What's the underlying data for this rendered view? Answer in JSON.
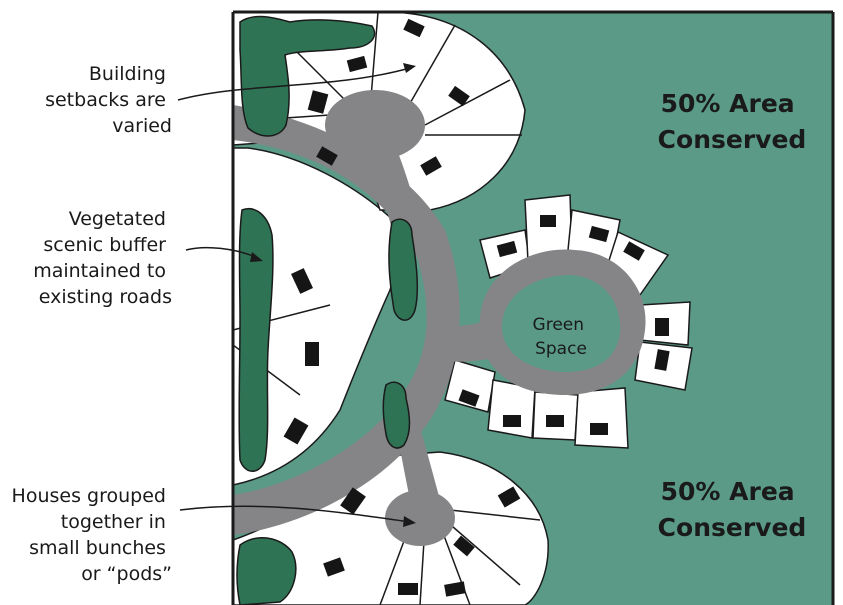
{
  "callouts": {
    "building_setbacks": [
      "Building",
      "setbacks are",
      "varied"
    ],
    "vegetated_buffer": [
      "Vegetated",
      "scenic buffer",
      "maintained to",
      "existing roads"
    ],
    "houses_grouped": [
      "Houses grouped",
      "together in",
      "small bunches",
      "or “pods”"
    ]
  },
  "area_labels": {
    "top": [
      "50% Area",
      "Conserved"
    ],
    "bottom": [
      "50% Area",
      "Conserved"
    ]
  },
  "green_space": [
    "Green",
    "Space"
  ],
  "colors": {
    "conserved_area": "#5a9a86",
    "road": "#858588",
    "vegetation": "#2f7355",
    "house": "#151515",
    "lot": "#ffffff",
    "outline": "#1a1a1a"
  }
}
